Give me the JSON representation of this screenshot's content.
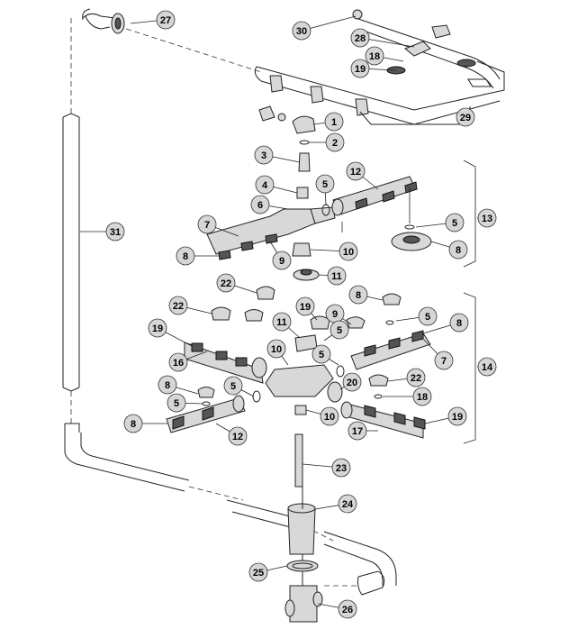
{
  "diagram": {
    "callouts": [
      {
        "id": "c27",
        "label": "27",
        "part": "hose-cuff"
      },
      {
        "id": "c30",
        "label": "30",
        "part": "end-cap"
      },
      {
        "id": "c28",
        "label": "28",
        "part": "clamp"
      },
      {
        "id": "c18a",
        "label": "18",
        "part": "o-ring-top"
      },
      {
        "id": "c19a",
        "label": "19",
        "part": "nozzle-top"
      },
      {
        "id": "c29",
        "label": "29",
        "part": "overhead-spray-bar"
      },
      {
        "id": "c1",
        "label": "1",
        "part": "connector"
      },
      {
        "id": "c2",
        "label": "2",
        "part": "o-ring"
      },
      {
        "id": "c3",
        "label": "3",
        "part": "bolt"
      },
      {
        "id": "c4",
        "label": "4",
        "part": "bushing"
      },
      {
        "id": "c6",
        "label": "6",
        "part": "hub"
      },
      {
        "id": "c7a",
        "label": "7",
        "part": "arm-upper"
      },
      {
        "id": "c8a",
        "label": "8",
        "part": "nozzle-upper"
      },
      {
        "id": "c9a",
        "label": "9",
        "part": "washer-upper"
      },
      {
        "id": "c10a",
        "label": "10",
        "part": "nut-upper"
      },
      {
        "id": "c11a",
        "label": "11",
        "part": "gear-upper"
      },
      {
        "id": "c5a",
        "label": "5",
        "part": "seal-upper-arm"
      },
      {
        "id": "c12a",
        "label": "12",
        "part": "arm-upper-right"
      },
      {
        "id": "c5b",
        "label": "5",
        "part": "seal-upper-right"
      },
      {
        "id": "c8b",
        "label": "8",
        "part": "gear-right"
      },
      {
        "id": "c13",
        "label": "13",
        "part": "upper-assembly"
      },
      {
        "id": "c31",
        "label": "31",
        "part": "supply-pipe"
      },
      {
        "id": "c22a",
        "label": "22",
        "part": "nozzle-center"
      },
      {
        "id": "c22b",
        "label": "22",
        "part": "nozzle-left"
      },
      {
        "id": "c8c",
        "label": "8",
        "part": "nozzle-right-upper"
      },
      {
        "id": "c19b",
        "label": "19",
        "part": "nozzle-left-arm"
      },
      {
        "id": "c11b",
        "label": "11",
        "part": "gear-lower"
      },
      {
        "id": "c19c",
        "label": "19",
        "part": "nozzle-center-lower"
      },
      {
        "id": "c9b",
        "label": "9",
        "part": "washer-lower"
      },
      {
        "id": "c5c",
        "label": "5",
        "part": "seal-right-lower"
      },
      {
        "id": "c8d",
        "label": "8",
        "part": "nozzle-right"
      },
      {
        "id": "c5d",
        "label": "5",
        "part": "seal-center"
      },
      {
        "id": "c16",
        "label": "16",
        "part": "arm-left"
      },
      {
        "id": "c10b",
        "label": "10",
        "part": "nut-left"
      },
      {
        "id": "c5e",
        "label": "5",
        "part": "seal-center-right"
      },
      {
        "id": "c7b",
        "label": "7",
        "part": "arm-right-lower"
      },
      {
        "id": "c14",
        "label": "14",
        "part": "lower-assembly"
      },
      {
        "id": "c22c",
        "label": "22",
        "part": "nozzle-right-lower"
      },
      {
        "id": "c20",
        "label": "20",
        "part": "sleeve"
      },
      {
        "id": "c18b",
        "label": "18",
        "part": "o-ring-lower"
      },
      {
        "id": "c8e",
        "label": "8",
        "part": "nozzle-left-lower"
      },
      {
        "id": "c5f",
        "label": "5",
        "part": "seal-left-lower"
      },
      {
        "id": "c5g",
        "label": "5",
        "part": "seal-hub-left"
      },
      {
        "id": "c10c",
        "label": "10",
        "part": "nut-lower"
      },
      {
        "id": "c19d",
        "label": "19",
        "part": "nozzle-lower-right"
      },
      {
        "id": "c8f",
        "label": "8",
        "part": "nozzle-far-left"
      },
      {
        "id": "c12b",
        "label": "12",
        "part": "arm-lower-left"
      },
      {
        "id": "c17",
        "label": "17",
        "part": "arm-lower-right"
      },
      {
        "id": "c23",
        "label": "23",
        "part": "shaft"
      },
      {
        "id": "c24",
        "label": "24",
        "part": "housing"
      },
      {
        "id": "c25",
        "label": "25",
        "part": "gasket"
      },
      {
        "id": "c26",
        "label": "26",
        "part": "tee-fitting"
      }
    ]
  }
}
